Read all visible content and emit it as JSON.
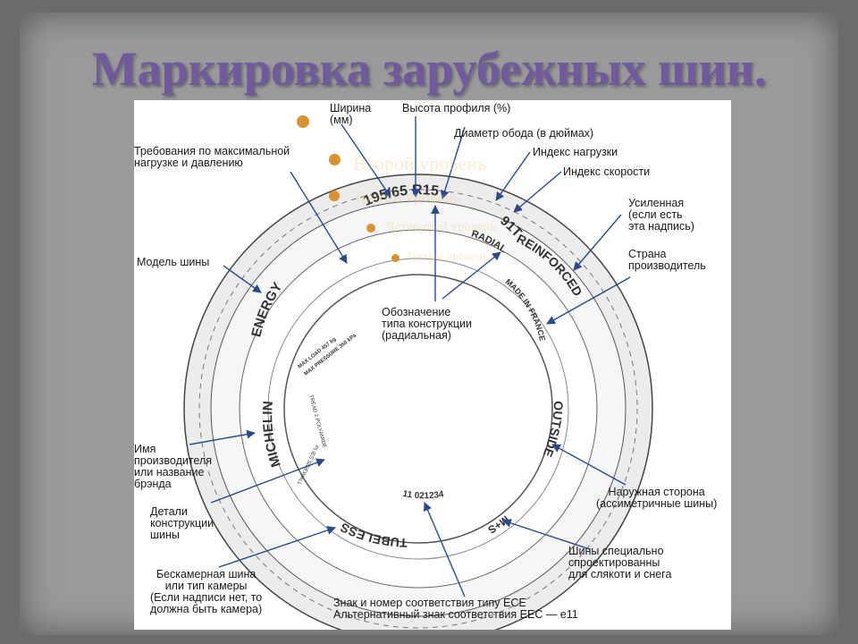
{
  "slide": {
    "title": "Маркировка зарубежных шин.",
    "background_color": "#9a9a9a",
    "title_color": "#6f5a9e"
  },
  "placeholder_bullets": {
    "level2": "Второй уровень",
    "level3": "Третий уровень",
    "level4": "Четвертый уровень",
    "level5": "Пятый уровень",
    "bullet_color": "#d9922e"
  },
  "tire_markings": {
    "size": "195/65 R15",
    "load_speed": "91T",
    "radial": "RADIAL",
    "reinforced": "REINFORCED",
    "made_in": "MADE IN FRANCE",
    "outside": "OUTSIDE",
    "ms": "M+S",
    "tubeless": "TUBELESS",
    "ece_number": "11 021234",
    "plies": "PLIES SIDEWALL",
    "plies2": "TREAD 2 POLYAMIDE",
    "michelin": "MICHELIN",
    "energy": "ENERGY",
    "max_load": "MAX LOAD 457 kg",
    "max_pressure": "MAX PRESSURE 350 kPa"
  },
  "labels": {
    "width": [
      "Ширина",
      "(мм)"
    ],
    "profile_height": [
      "Высота профиля (%)"
    ],
    "rim_diameter": [
      "Диаметр обода (в дюймах)"
    ],
    "load_index": [
      "Индекс нагрузки"
    ],
    "speed_index": [
      "Индекс скорости"
    ],
    "max_load_pressure": [
      "Требования по максимальной",
      "нагрузке и давлению"
    ],
    "reinforced": [
      "Усиленная",
      "(если есть",
      "эта  надпись)"
    ],
    "country": [
      "Страна",
      "производитель"
    ],
    "model": [
      "Модель шины"
    ],
    "construction": [
      "Обозначение",
      "типа конструкции",
      "(радиальная)"
    ],
    "maker": [
      "Имя",
      "производителя",
      "или название",
      "брэнда"
    ],
    "details": [
      "Детали",
      "конструкции",
      "шины"
    ],
    "tubeless": [
      "Бескамерная шина",
      "или тип камеры",
      "(Если надписи нет, то",
      "должна быть камера)"
    ],
    "ece": [
      "Знак и номер соответствия типу ECE",
      "Альтернативный знак соответствия EEC — e11"
    ],
    "outside": [
      "Наружная сторона",
      "(ассиметричные шины)"
    ],
    "mud_snow": [
      "Шины специально",
      "спроектированны",
      "для  слякоти и снега"
    ]
  }
}
